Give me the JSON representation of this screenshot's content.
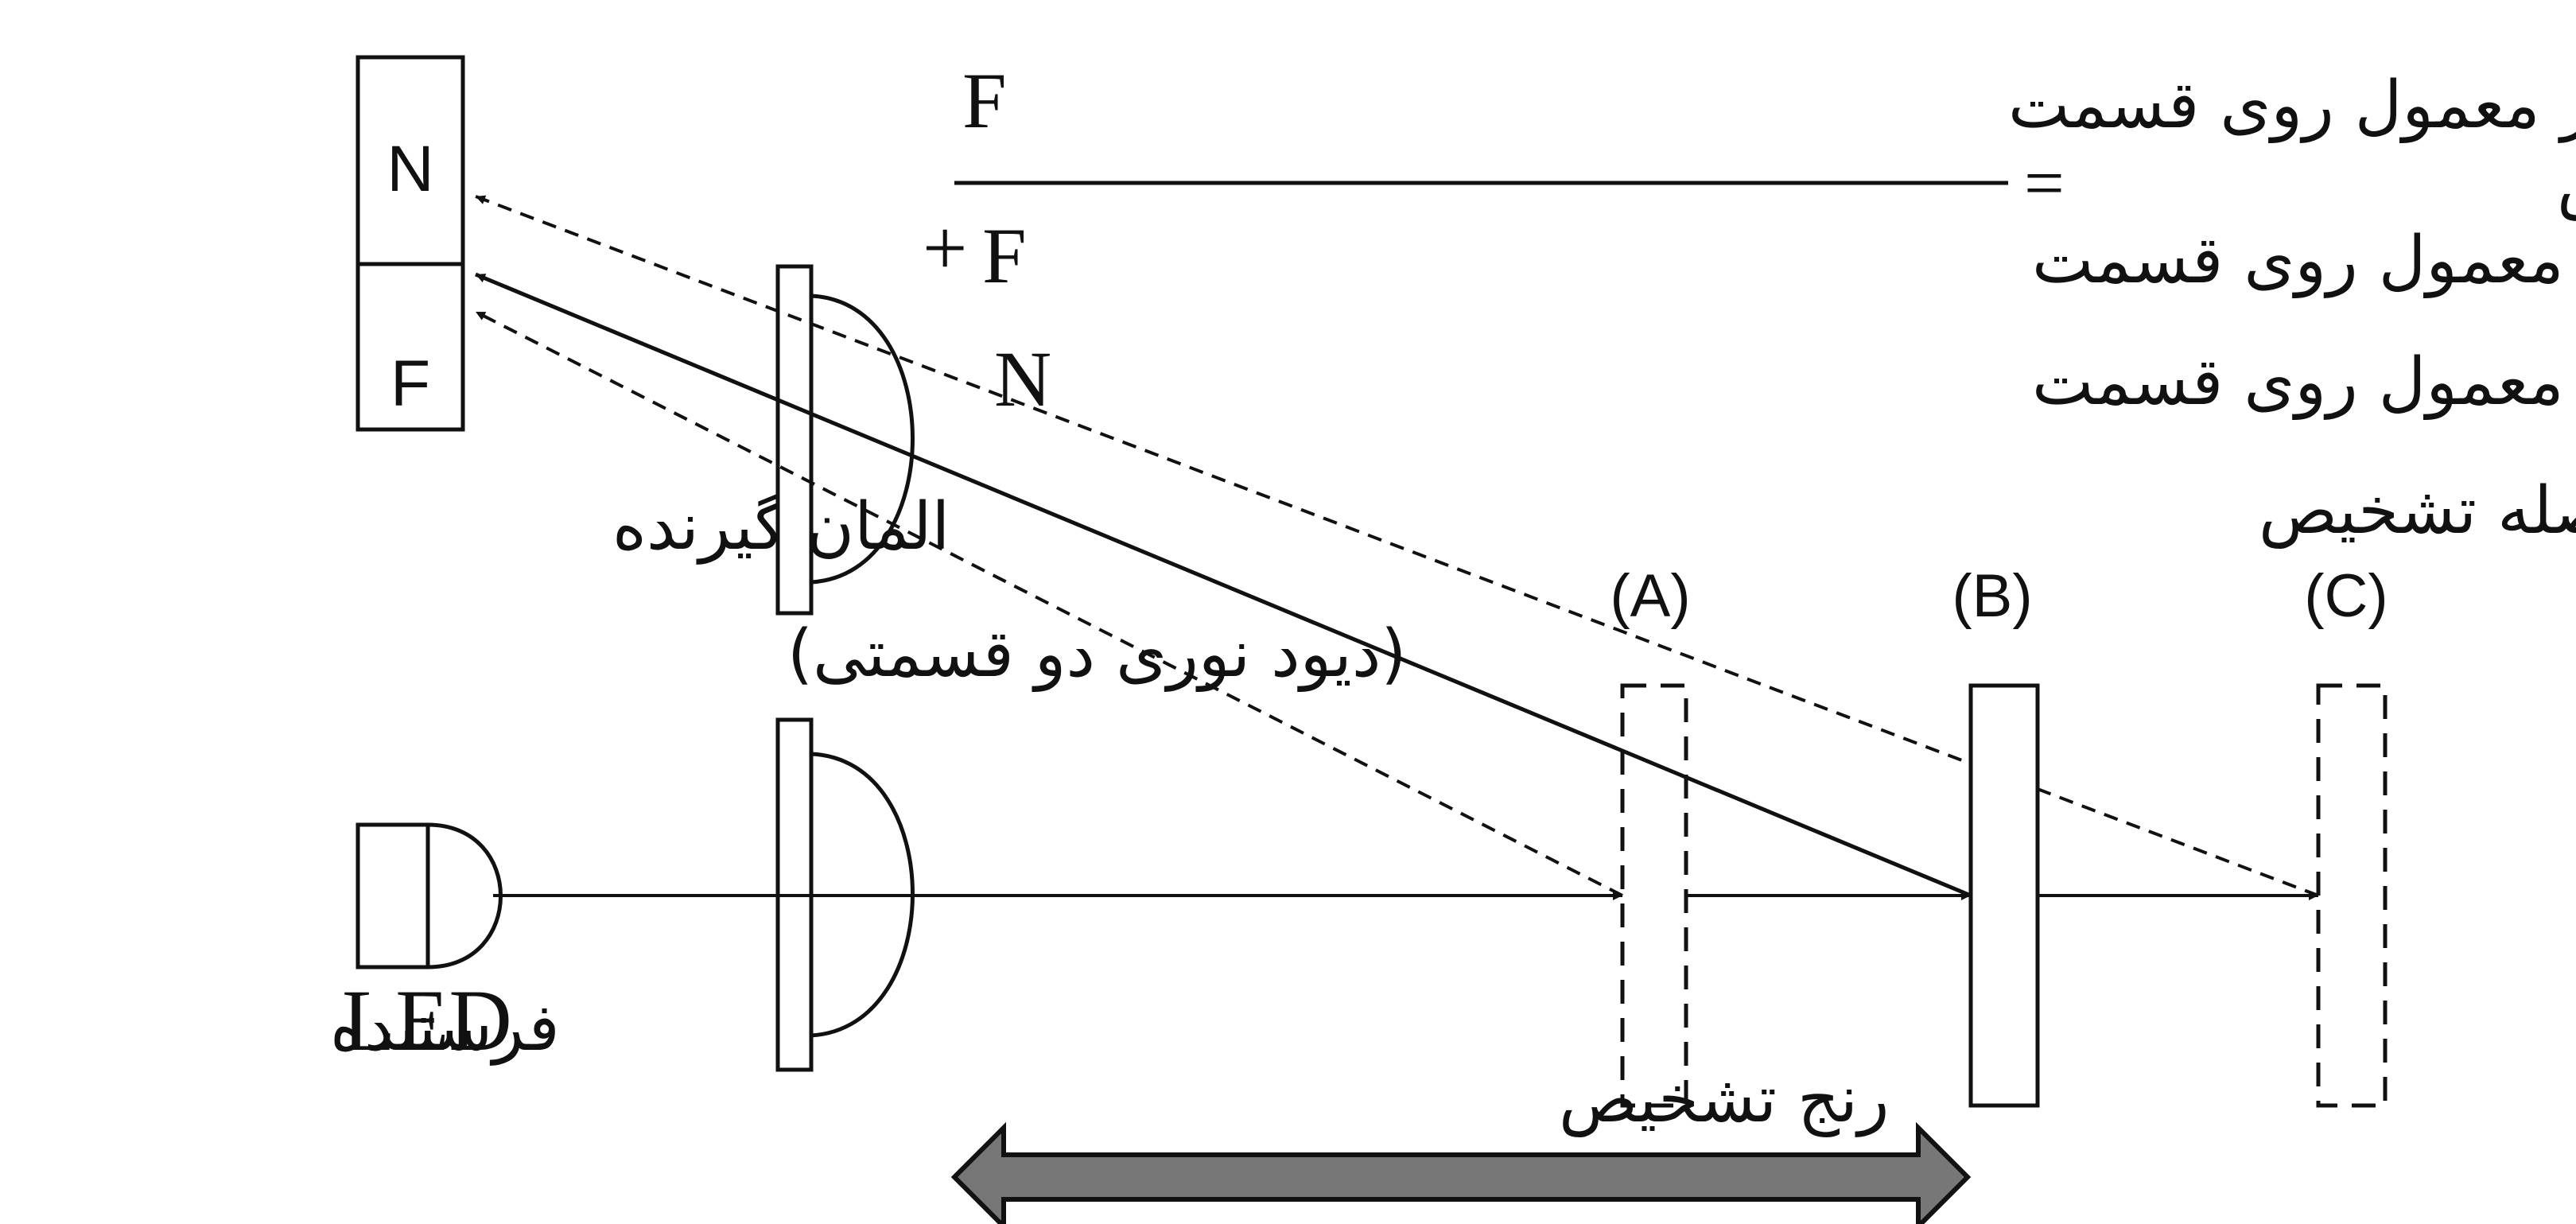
{
  "receiver": {
    "label_line1": "المان گیرنده",
    "label_line2": "(دیود نوری دو قسمتی)",
    "segment_top": "N",
    "segment_bottom": "F"
  },
  "emitter": {
    "label_led": "LED",
    "label_word": "فرستنده"
  },
  "formula": {
    "lhs": "هدف تشخیص",
    "equals": "=",
    "numerator_text": "مقدار نور معمول روی قسمت",
    "numerator_symbol": "F",
    "denominator_line1_text": "مقدار نور معمول روی قسمت",
    "denominator_line1_symbol": "F",
    "plus": "+",
    "denominator_line2_text": "مقدار نور معمول روی قسمت",
    "denominator_line2_symbol": "N"
  },
  "positions": {
    "a_label": "(A)",
    "b_label": "(B)",
    "c_label": "(C)"
  },
  "detection_distance_label": "فاصله تشخیص",
  "detection_range_label": "رنج تشخیص",
  "colors": {
    "line": "#111111",
    "range_arrow_fill": "#777777",
    "background": "#ffffff"
  }
}
